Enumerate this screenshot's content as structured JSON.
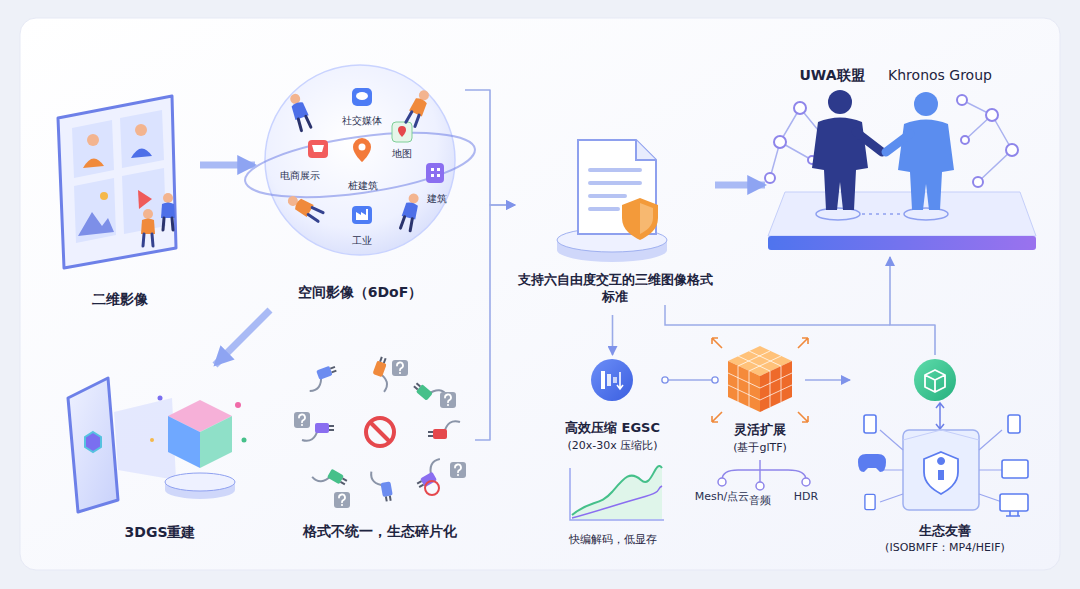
{
  "diagram": {
    "nodes": [
      {
        "text": [
          "二维影像"
        ]
      },
      {
        "text": [
          "空间影像（6DoF）"
        ]
      },
      {
        "text": [
          "3DGS重建"
        ]
      },
      {
        "text": [
          "格式不统一，生态碎片化"
        ]
      },
      {
        "text": [
          "支持六自由度交互的三维图像格式标准"
        ]
      },
      {
        "text": [
          "UWA联盟",
          "Khronos Group"
        ]
      },
      {
        "text": [
          "高效压缩 EGSC",
          "(20x-30x 压缩比)",
          "快编解码，低显存"
        ]
      },
      {
        "text": [
          "灵活扩展",
          "(基于glTF)"
        ]
      },
      {
        "text": [
          "生态友善",
          "(ISOBMFF：MP4/HEIF)"
        ]
      }
    ],
    "edges": [
      {
        "from": 0,
        "to": 1,
        "arrow": "to"
      },
      {
        "from": 1,
        "to": 2,
        "arrow": "to"
      },
      {
        "from": 1,
        "to": 4,
        "arrow": "to"
      },
      {
        "from": 3,
        "to": 4,
        "arrow": "to"
      },
      {
        "from": 4,
        "to": 5,
        "arrow": "to"
      },
      {
        "from": 4,
        "to": 6,
        "arrow": "to"
      },
      {
        "from": 6,
        "to": 7,
        "arrow": "none"
      },
      {
        "from": 7,
        "to": 8,
        "arrow": "to"
      },
      {
        "from": 8,
        "to": 5,
        "arrow": "to"
      }
    ],
    "labels": [
      "社交媒体",
      "地图",
      "电商展示",
      "桩建筑",
      "建筑",
      "工业",
      "Mesh/点云",
      "音频",
      "HDR"
    ]
  }
}
